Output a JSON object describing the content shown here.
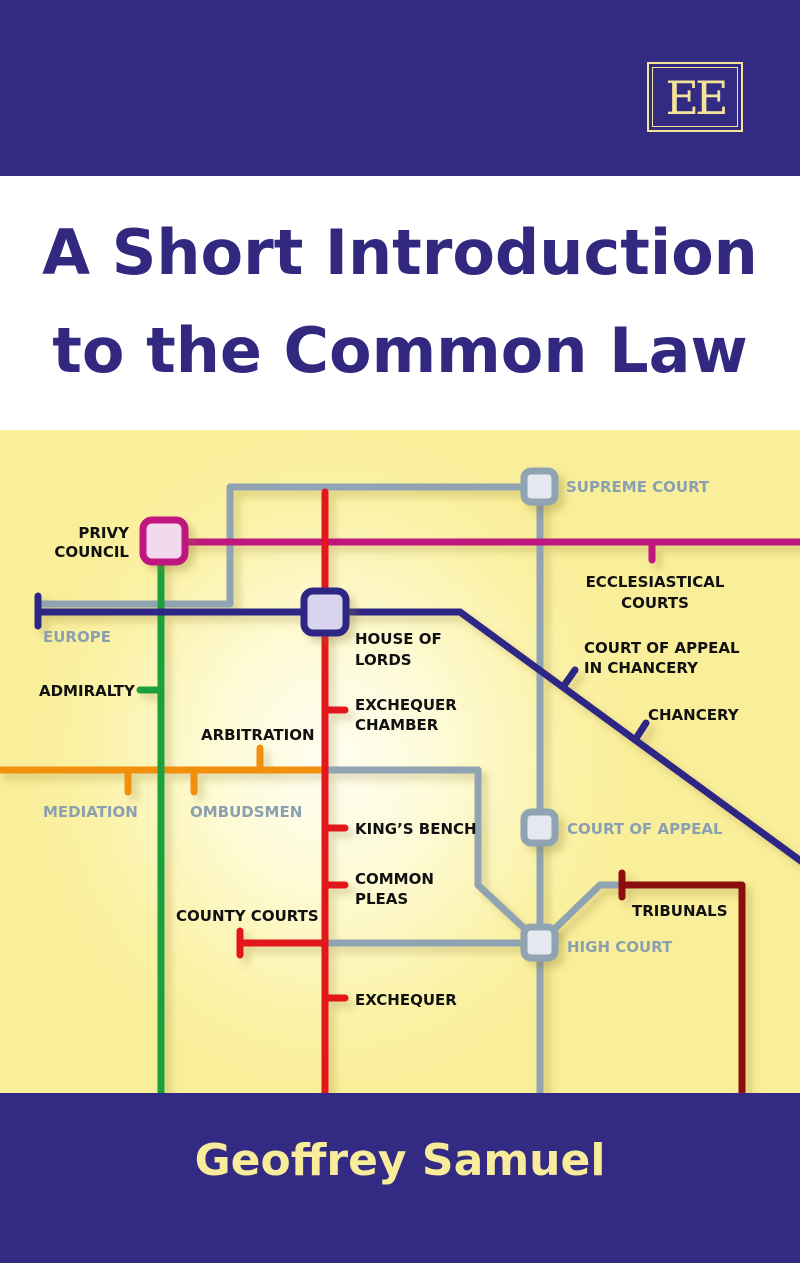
{
  "publisher_logo": "EE",
  "title_line1": "A Short Introduction",
  "title_line2": "to the Common Law",
  "author": "Geoffrey Samuel",
  "colors": {
    "band": "#332a84",
    "title": "#33287f",
    "author": "#f8ec9a",
    "privy": "#c0177f",
    "green": "#1fa03c",
    "red": "#e3141b",
    "grey": "#8fa3b2",
    "blue": "#2f2785",
    "orange": "#f0900e",
    "darkred": "#8b0c0c"
  },
  "stations": {
    "supreme_court": "SUPREME COURT",
    "privy_council": [
      "PRIVY",
      "COUNCIL"
    ],
    "ecclesiastical": [
      "ECCLESIASTICAL",
      "COURTS"
    ],
    "europe": "EUROPE",
    "house_of_lords": [
      "HOUSE OF",
      "LORDS"
    ],
    "court_appeal_chancery": [
      "COURT OF APPEAL",
      "IN CHANCERY"
    ],
    "admiralty": "ADMIRALTY",
    "exchequer_chamber": [
      "EXCHEQUER",
      "CHAMBER"
    ],
    "chancery": "CHANCERY",
    "arbitration": "ARBITRATION",
    "mediation": "MEDIATION",
    "ombudsmen": "OMBUDSMEN",
    "kings_bench": "KING’S BENCH",
    "court_of_appeal": "COURT OF APPEAL",
    "common_pleas": [
      "COMMON",
      "PLEAS"
    ],
    "county_courts": "COUNTY COURTS",
    "tribunals": "TRIBUNALS",
    "high_court": "HIGH COURT",
    "exchequer": "EXCHEQUER"
  }
}
